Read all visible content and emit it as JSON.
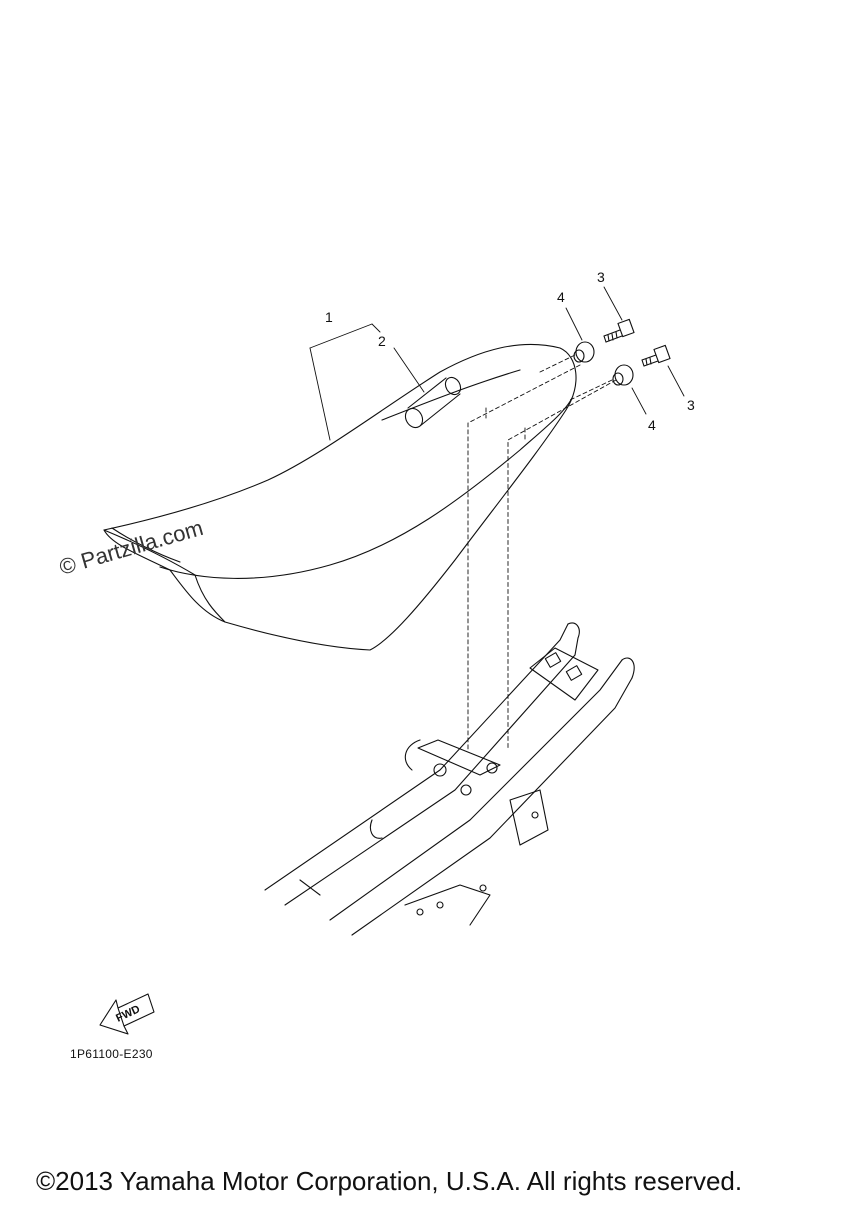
{
  "diagram": {
    "callouts": [
      {
        "id": "c1",
        "label": "1"
      },
      {
        "id": "c2",
        "label": "2"
      },
      {
        "id": "c3a",
        "label": "3"
      },
      {
        "id": "c3b",
        "label": "3"
      },
      {
        "id": "c4a",
        "label": "4"
      },
      {
        "id": "c4b",
        "label": "4"
      }
    ],
    "watermark": "© Partzilla.com",
    "fwd_label": "FWD",
    "reference_code": "1P61100-E230",
    "copyright": "©2013 Yamaha Motor Corporation, U.S.A. All rights reserved."
  }
}
